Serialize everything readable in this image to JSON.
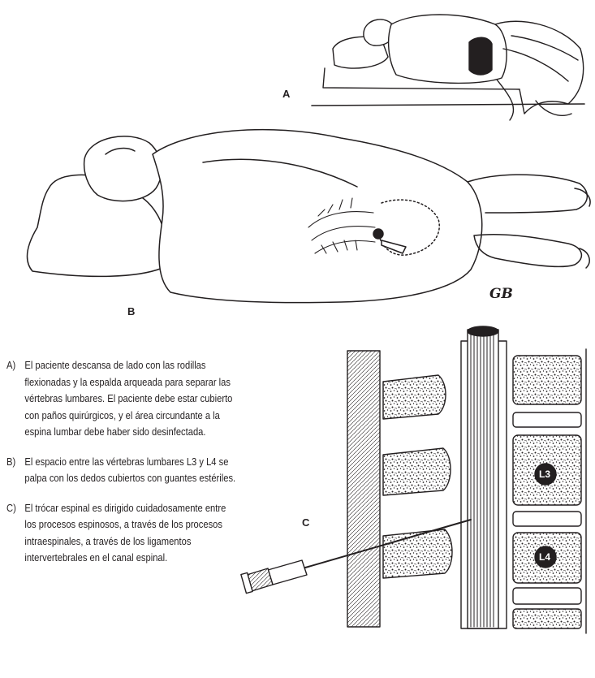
{
  "figure": {
    "label_a": "A",
    "label_b": "B",
    "label_c": "C",
    "label_l3": "L3",
    "label_l4": "L4",
    "signature": "GB"
  },
  "captions": [
    {
      "letter": "A)",
      "text": "El paciente descansa de lado con las rodillas flexionadas y la espalda arqueada para separar las vértebras lumbares. El paciente debe estar cubierto con paños quirúrgicos, y el área circundante a la espina lumbar debe haber sido desinfectada."
    },
    {
      "letter": "B)",
      "text": "El espacio entre las vértebras lumbares L3 y L4 se palpa con los dedos cubiertos con guantes estériles."
    },
    {
      "letter": "C)",
      "text": "El trócar espinal es dirigido cuidadosamente entre los procesos espinosos, a través de los procesos intraespinales, a través de los ligamentos intervertebrales en el canal espinal."
    }
  ],
  "colors": {
    "ink": "#231f20",
    "paper": "#ffffff"
  }
}
